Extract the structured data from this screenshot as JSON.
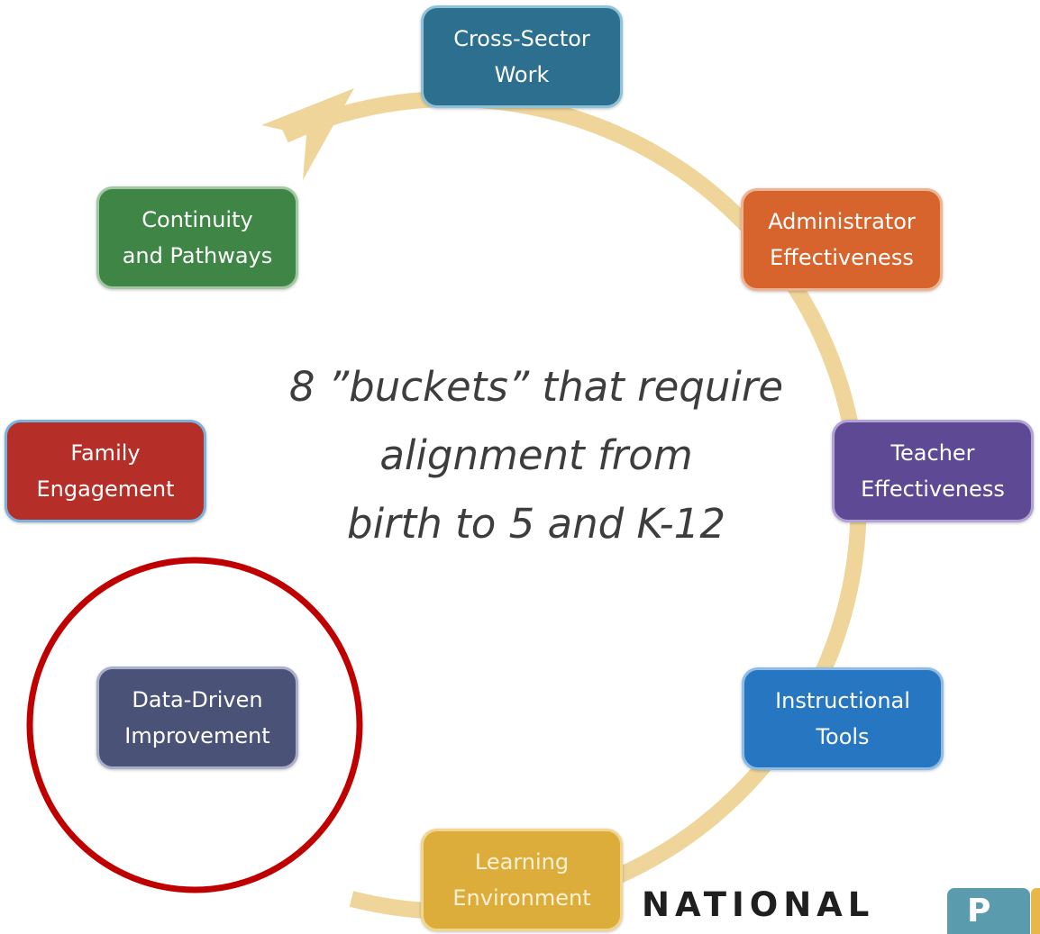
{
  "diagram": {
    "buckets": [
      {
        "id": "cross-sector",
        "lines": [
          "Cross-Sector",
          "Work"
        ],
        "color": "#2d6f8e"
      },
      {
        "id": "administrator",
        "lines": [
          "Administrator",
          "Effectiveness"
        ],
        "color": "#d6642c"
      },
      {
        "id": "teacher",
        "lines": [
          "Teacher",
          "Effectiveness"
        ],
        "color": "#5e4a94"
      },
      {
        "id": "instructional",
        "lines": [
          "Instructional",
          "Tools"
        ],
        "color": "#2676c2"
      },
      {
        "id": "learning",
        "lines": [
          "Learning",
          "Environment"
        ],
        "color": "#dcad3a"
      },
      {
        "id": "data-driven",
        "lines": [
          "Data-Driven",
          "Improvement"
        ],
        "color": "#4b5278"
      },
      {
        "id": "family",
        "lines": [
          "Family",
          "Engagement"
        ],
        "color": "#b52f28"
      },
      {
        "id": "continuity",
        "lines": [
          "Continuity",
          "and Pathways"
        ],
        "color": "#3f8545"
      }
    ],
    "center_text": [
      "8 ”buckets” that require",
      "alignment from",
      "birth to 5 and K-12"
    ],
    "cycle_color": "#efd59a",
    "highlight": {
      "target": "data-driven",
      "color": "#c00000"
    }
  },
  "logo": {
    "text": "NATIONAL",
    "badge_letter": "P",
    "badge_color": "#5a9bad",
    "accent_color": "#e9b64a"
  }
}
